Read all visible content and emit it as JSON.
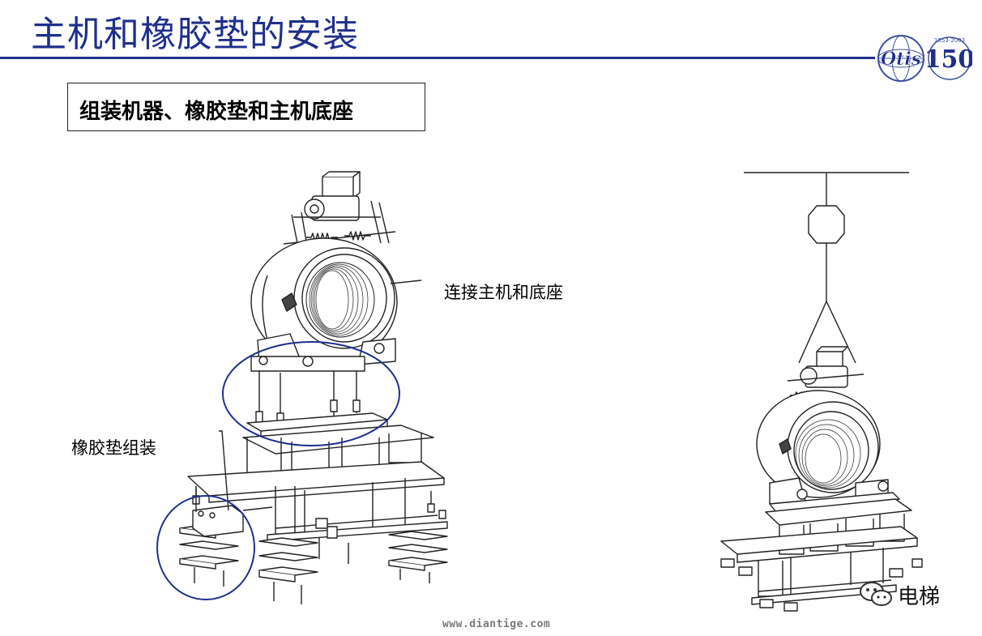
{
  "page": {
    "title": "主机和橡胶垫的安装",
    "subtitle": "组装机器、橡胶垫和主机底座",
    "logo": {
      "badge_text": "150",
      "ring_text": "1853-2003",
      "brand_mark": "Otis"
    }
  },
  "annotations": {
    "connect_label": "连接主机和底座",
    "rubber_pad_label": "橡胶垫组装"
  },
  "watermark": {
    "text": "电梯",
    "icon": "wechat-icon"
  },
  "site": {
    "url": "www.diantige.com"
  },
  "colors": {
    "title": "#1f2f8c",
    "highlight_ellipse": "#1f2f8c",
    "rule": "#1f2f8c"
  }
}
